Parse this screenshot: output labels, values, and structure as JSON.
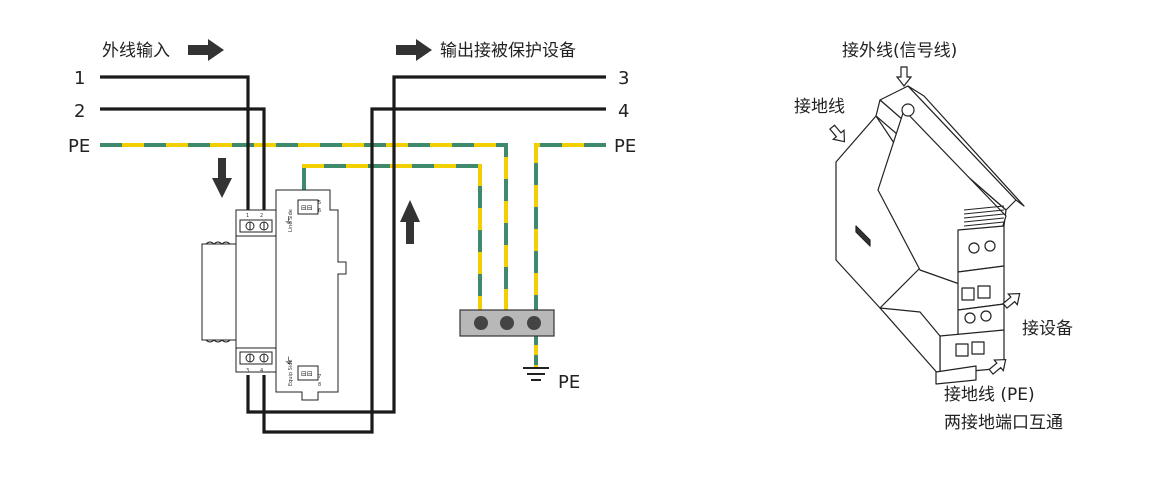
{
  "wiring_diagram": {
    "input_label": "外线输入",
    "output_label": "输出接被保护设备",
    "line_1": "1",
    "line_2": "2",
    "line_3": "3",
    "line_4": "4",
    "pe_left": "PE",
    "pe_right": "PE",
    "pe_ground": "PE",
    "device_text_line_side": "Line Side",
    "device_text_equip_side": "Equip Side",
    "terminal_top_left_nums": [
      "1",
      "2"
    ],
    "terminal_top_right_nums": [
      "5",
      "6"
    ],
    "terminal_bottom_left_nums": [
      "3",
      "4"
    ],
    "terminal_bottom_right_nums": [
      "7",
      "8"
    ]
  },
  "device_illustration": {
    "label_signal_line": "接外线(信号线)",
    "label_ground_top": "接地线",
    "label_equipment": "接设备",
    "label_ground_pe": "接地线 (PE)",
    "label_ports_connected": "两接地端口互通"
  },
  "colors": {
    "pe_yellow": "#f2cf00",
    "pe_green": "#3f8a6c",
    "wire_black": "#1a1a1a",
    "busbar_gray": "#b8b8b8"
  }
}
